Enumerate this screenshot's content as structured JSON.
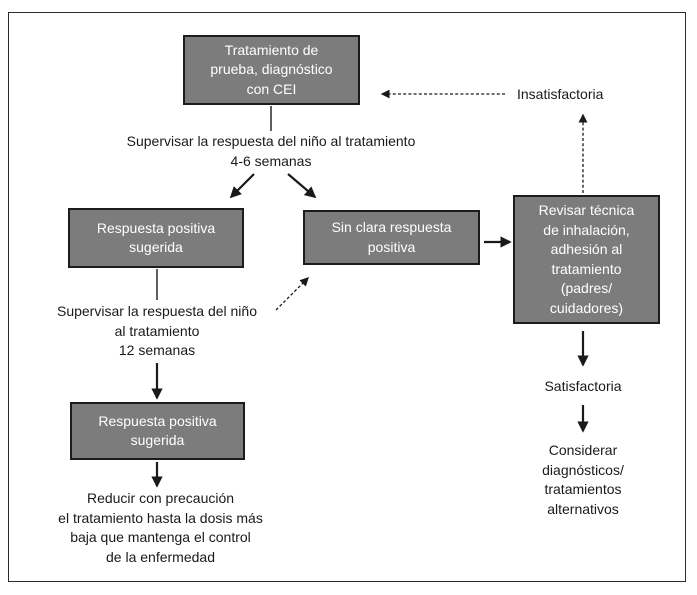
{
  "colors": {
    "box_fill": "#7c7c7c",
    "box_border": "#1c1c1c",
    "line": "#1a1a1a",
    "box_text": "#ffffff",
    "text": "#1a1a1a",
    "frame_border": "#2b2b2b"
  },
  "boxes": {
    "trial": "Tratamiento de\nprueba, diagnóstico\ncon CEI",
    "positive_response_1": "Respuesta positiva\nsugerida",
    "no_clear_response": "Sin clara respuesta\npositiva",
    "review_technique": "Revisar técnica\nde inhalación,\nadhesión al\ntratamiento\n(padres/\ncuidadores)",
    "positive_response_2": "Respuesta positiva\nsugerida"
  },
  "labels": {
    "monitor_4_6": "Supervisar la respuesta del niño al tratamiento\n4-6 semanas",
    "unsatisfactory": "Insatisfactoria",
    "monitor_12": "Supervisar la respuesta del niño\nal tratamiento\n12 semanas",
    "satisfactory": "Satisfactoria",
    "consider_alternatives": "Considerar\ndiagnósticos/\ntratamientos\nalternativos",
    "reduce_treatment": "Reducir con precaución\nel tratamiento hasta la dosis más\nbaja que mantenga el control\nde la enfermedad"
  }
}
